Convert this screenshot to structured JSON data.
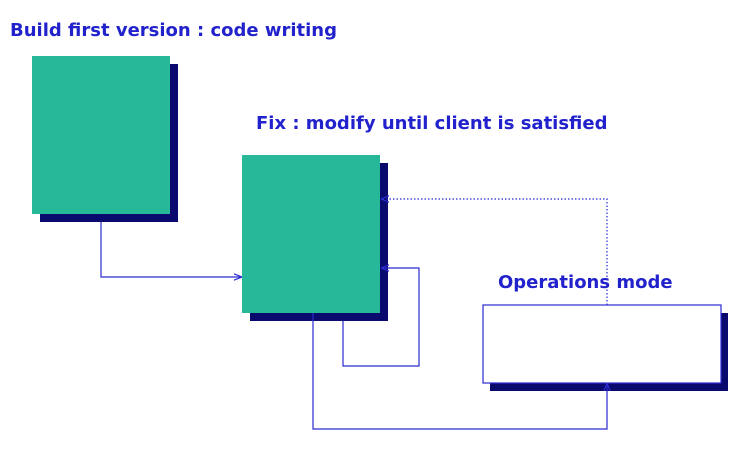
{
  "diagram": {
    "labels": {
      "build": "Build first version : code writing",
      "fix": "Fix : modify until client is satisfied",
      "operations": "Operations mode"
    },
    "colors": {
      "box_fill": "#26b898",
      "shadow": "#0a0a6e",
      "text": "#2222cc",
      "arrow": "#2a2ad0",
      "ops_border": "#2a2ad0"
    }
  }
}
